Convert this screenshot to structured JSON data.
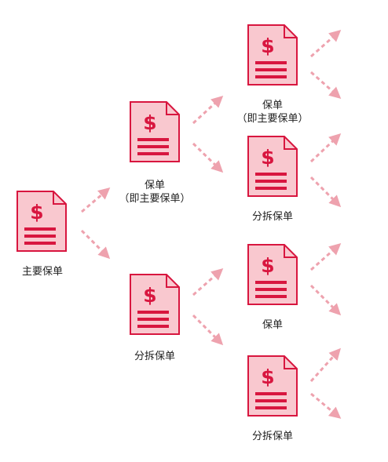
{
  "colors": {
    "doc_fill": "#f9c8cf",
    "doc_stroke": "#d8163f",
    "arrow": "#eea2ae",
    "text": "#222222"
  },
  "nodes": {
    "root": {
      "label": "主要保单",
      "icon": "dollar-document-icon"
    },
    "l1_top": {
      "label": "保单",
      "sublabel": "（即主要保单）",
      "icon": "dollar-document-icon"
    },
    "l1_bot": {
      "label": "分拆保单",
      "icon": "dollar-document-icon"
    },
    "l2_a": {
      "label": "保单",
      "sublabel": "（即主要保单）",
      "icon": "dollar-document-icon"
    },
    "l2_b": {
      "label": "分拆保单",
      "icon": "dollar-document-icon"
    },
    "l2_c": {
      "label": "保单",
      "icon": "dollar-document-icon"
    },
    "l2_d": {
      "label": "分拆保单",
      "icon": "dollar-document-icon"
    }
  }
}
